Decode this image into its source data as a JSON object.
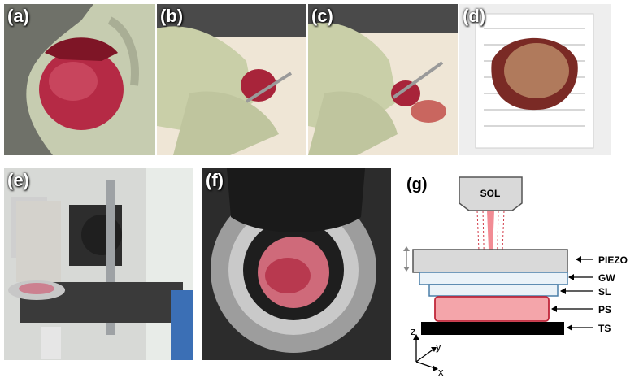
{
  "panels": {
    "a": {
      "label": "(a)"
    },
    "b": {
      "label": "(b)"
    },
    "c": {
      "label": "(c)"
    },
    "d": {
      "label": "(d)"
    },
    "e": {
      "label": "(e)"
    },
    "f": {
      "label": "(f)"
    },
    "g": {
      "label": "(g)"
    }
  },
  "schematic": {
    "sol": "SOL",
    "piezo": "PIEZO",
    "gw": "GW",
    "sl": "SL",
    "ps": "PS",
    "ts": "TS",
    "axis_z": "z",
    "axis_y": "y",
    "axis_x": "x"
  },
  "colors": {
    "tissue": "#a8243a",
    "glove": "#c9cfa8",
    "beam": "#f28b94",
    "ps_fill": "#f4a5aa",
    "ps_stroke": "#c0273a"
  }
}
